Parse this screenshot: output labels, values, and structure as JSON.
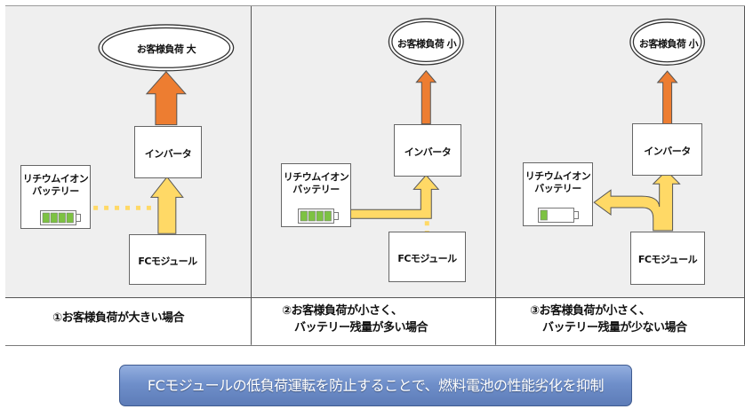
{
  "colors": {
    "panel_bg": "#efefef",
    "output_arrow": "#ed7d31",
    "fc_arrow": "#ffd966",
    "battery_cell": "#7dc242",
    "banner": "#6f8fca"
  },
  "scenarios": [
    {
      "load_label": "お客様負荷 大",
      "load_size": "large",
      "inverter_label": "インバータ",
      "battery_label_line1": "リチウムイオン",
      "battery_label_line2": "バッテリー",
      "battery_charge_cells": 4,
      "battery_total_cells": 4,
      "fc_label": "FCモジュール",
      "flow": "FC module supplies inverter; battery idle (dotted)",
      "caption_line1": "①お客様負荷が大きい場合",
      "caption_line2": ""
    },
    {
      "load_label": "お客様負荷 小",
      "load_size": "small",
      "inverter_label": "インバータ",
      "battery_label_line1": "リチウムイオン",
      "battery_label_line2": "バッテリー",
      "battery_charge_cells": 4,
      "battery_total_cells": 4,
      "fc_label": "FCモジュール",
      "flow": "Battery supplies inverter; FC module idle (dotted)",
      "caption_line1": "②お客様負荷が小さく、",
      "caption_line2": "バッテリー残量が多い場合"
    },
    {
      "load_label": "お客様負荷 小",
      "load_size": "small",
      "inverter_label": "インバータ",
      "battery_label_line1": "リチウムイオン",
      "battery_label_line2": "バッテリー",
      "battery_charge_cells": 1,
      "battery_total_cells": 4,
      "fc_label": "FCモジュール",
      "flow": "FC module supplies inverter and charges battery",
      "caption_line1": "③お客様負荷が小さく、",
      "caption_line2": "バッテリー残量が少ない場合"
    }
  ],
  "banner": {
    "text": "FCモジュールの低負荷運転を防止することで、燃料電池の性能劣化を抑制"
  }
}
